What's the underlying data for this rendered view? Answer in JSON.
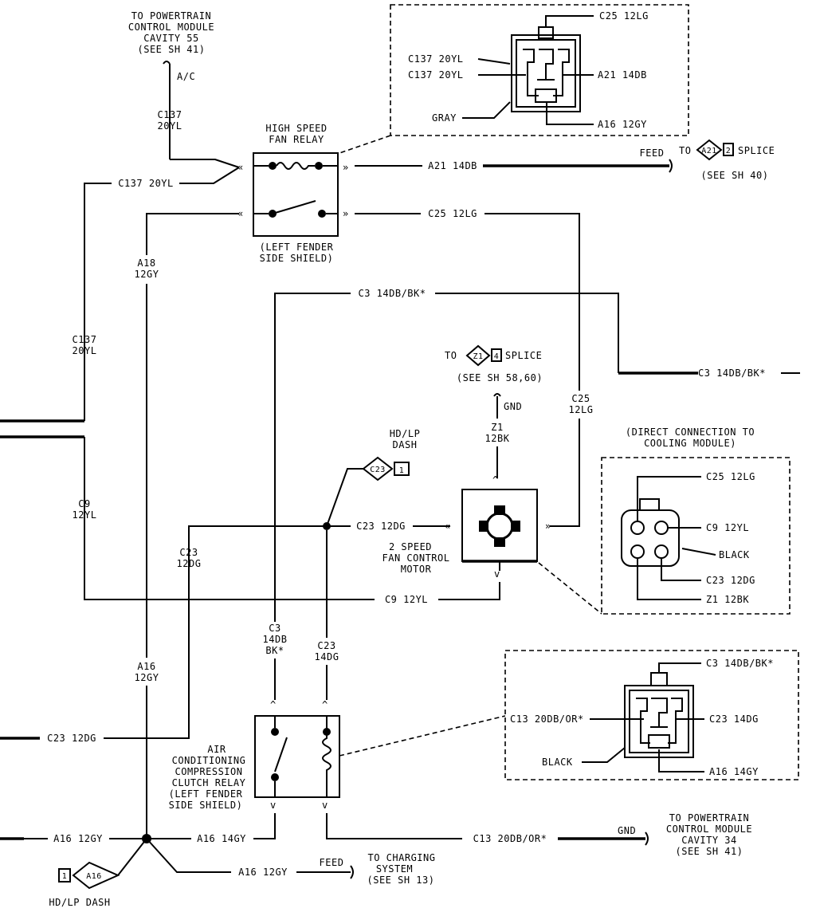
{
  "diagram": {
    "top_pcm": {
      "line1": "TO POWERTRAIN",
      "line2": "CONTROL MODULE",
      "line3": "CAVITY 55",
      "line4": "(SEE SH 41)"
    },
    "ac_label": "A/C",
    "c137_top_1": "C137",
    "c137_top_2": "20YL",
    "hs_relay": {
      "title1": "HIGH SPEED",
      "title2": "FAN RELAY",
      "loc1": "(LEFT FENDER",
      "loc2": "SIDE SHIELD)"
    },
    "c137_wire": "C137 20YL",
    "a21_wire": "A21 14DB",
    "feed1": "FEED",
    "splice_a21": {
      "to": "TO",
      "id": "A21",
      "num": "2",
      "word": "SPLICE",
      "see": "(SEE SH 40)"
    },
    "c25_wire": "C25 12LG",
    "a18_1": "A18",
    "a18_2": "12GY",
    "c137_left_1": "C137",
    "c137_left_2": "20YL",
    "c3_top": "C3 14DB/BK*",
    "c3_right": "C3 14DB/BK*",
    "splice_z1": {
      "to": "TO",
      "id": "Z1",
      "num": "4",
      "word": "SPLICE",
      "see": "(SEE SH 58,60)"
    },
    "gnd1": "GND",
    "z1_1": "Z1",
    "z1_2": "12BK",
    "c25_vert_1": "C25",
    "c25_vert_2": "12LG",
    "hdlp_top_1": "HD/LP",
    "hdlp_top_2": "DASH",
    "c23_flag": {
      "id": "C23",
      "num": "1"
    },
    "c9_left_1": "C9",
    "c9_left_2": "12YL",
    "c23_wire": "C23 12DG",
    "c23_left_1": "C23",
    "c23_left_2": "12DG",
    "motor": {
      "l1": "2 SPEED",
      "l2": "FAN CONTROL",
      "l3": "MOTOR"
    },
    "c9_bottom": "C9 12YL",
    "direct": {
      "l1": "(DIRECT CONNECTION TO",
      "l2": "COOLING MODULE)"
    },
    "direct_pins": {
      "c25": "C25 12LG",
      "c9": "C9 12YL",
      "black": "BLACK",
      "c23": "C23 12DG",
      "z1": "Z1 12BK"
    },
    "top_conn": {
      "c25": "C25 12LG",
      "c137a": "C137 20YL",
      "c137b": "C137 20YL",
      "a21": "A21 14DB",
      "gray": "GRAY",
      "a16": "A16 12GY"
    },
    "c3_vert": {
      "l1": "C3",
      "l2": "14DB",
      "l3": "BK*"
    },
    "c23_vert": {
      "l1": "C23",
      "l2": "14DG"
    },
    "a16_mid_1": "A16",
    "a16_mid_2": "12GY",
    "c23_lower": "C23 12DG",
    "bottom_conn": {
      "c3": "C3 14DB/BK*",
      "c13": "C13 20DB/OR*",
      "c23": "C23 14DG",
      "black": "BLACK",
      "a16": "A16 14GY"
    },
    "ac_relay": {
      "l1": "AIR",
      "l2": "CONDITIONING",
      "l3": "COMPRESSION",
      "l4": "CLUTCH RELAY",
      "l5": "(LEFT FENDER",
      "l6": "SIDE SHIELD)"
    },
    "a16_left": "A16 12GY",
    "a16_14gy": "A16 14GY",
    "c13_wire": "C13 20DB/OR*",
    "gnd2": "GND",
    "bottom_pcm": {
      "line1": "TO POWERTRAIN",
      "line2": "CONTROL MODULE",
      "line3": "CAVITY 34",
      "line4": "(SEE SH 41)"
    },
    "a16_feed_wire": "A16 12GY",
    "feed2": "FEED",
    "charging": {
      "l1": "TO CHARGING",
      "l2": "SYSTEM",
      "l3": "(SEE SH 13)"
    },
    "a16_flag": {
      "num": "1",
      "id": "A16"
    },
    "hdlp_bottom": "HD/LP DASH"
  }
}
